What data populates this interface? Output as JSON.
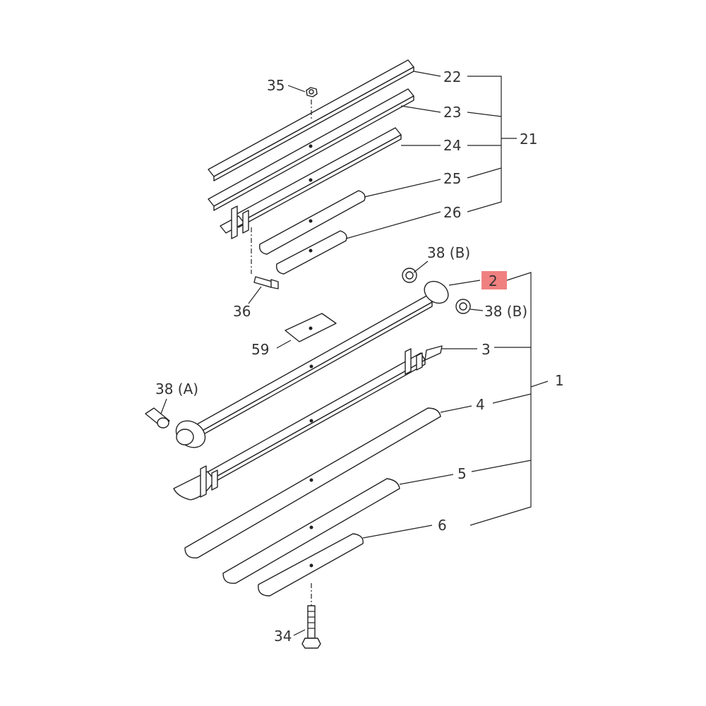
{
  "diagram": {
    "highlight_color": "#f08080",
    "line_color": "#222222",
    "labels": {
      "p35": "35",
      "p22": "22",
      "p23": "23",
      "p24": "24",
      "p21": "21",
      "p25": "25",
      "p26": "26",
      "p38b_top": "38 (B)",
      "p2": "2",
      "p36": "36",
      "p38b_right": "38 (B)",
      "p59": "59",
      "p3": "3",
      "p38a": "38 (A)",
      "p1": "1",
      "p4": "4",
      "p5": "5",
      "p6": "6",
      "p34": "34"
    }
  }
}
